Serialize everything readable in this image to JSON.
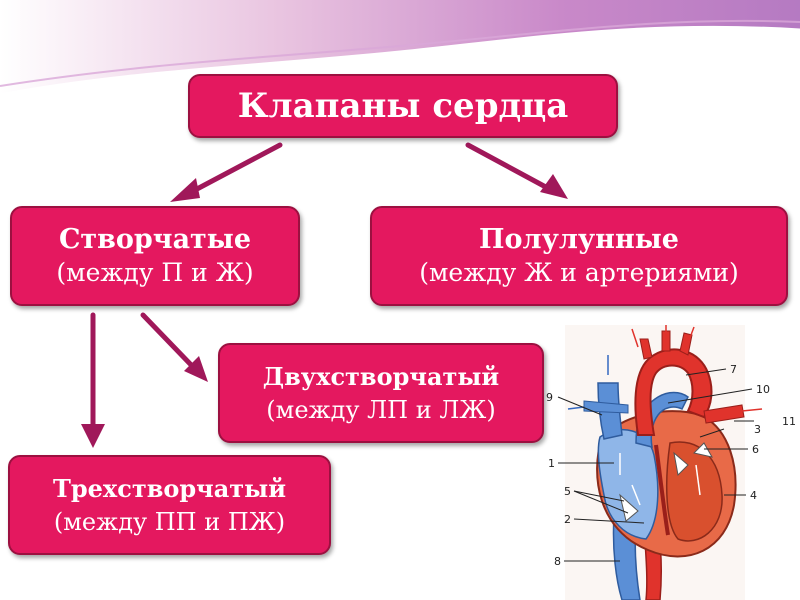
{
  "root": {
    "title": "Клапаны сердца"
  },
  "leaflet": {
    "title": "Створчатые",
    "subtitle": "(между П и Ж)"
  },
  "semilunar": {
    "title": "Полулунные",
    "subtitle": "(между Ж и артериями)"
  },
  "bicuspid": {
    "title": "Двухстворчатый",
    "subtitle": "(между ЛП и ЛЖ)"
  },
  "tricuspid": {
    "title": "Трехстворчатый",
    "subtitle": "(между ПП и ПЖ)"
  },
  "heart_labels": [
    "1",
    "2",
    "3",
    "4",
    "5",
    "6",
    "7",
    "8",
    "9",
    "10",
    "11"
  ],
  "colors": {
    "box_fill": "#e4185f",
    "box_border": "#9c1040",
    "arrow": "#a0185a",
    "arterial": "#e0332c",
    "venous": "#5b8fd6"
  }
}
